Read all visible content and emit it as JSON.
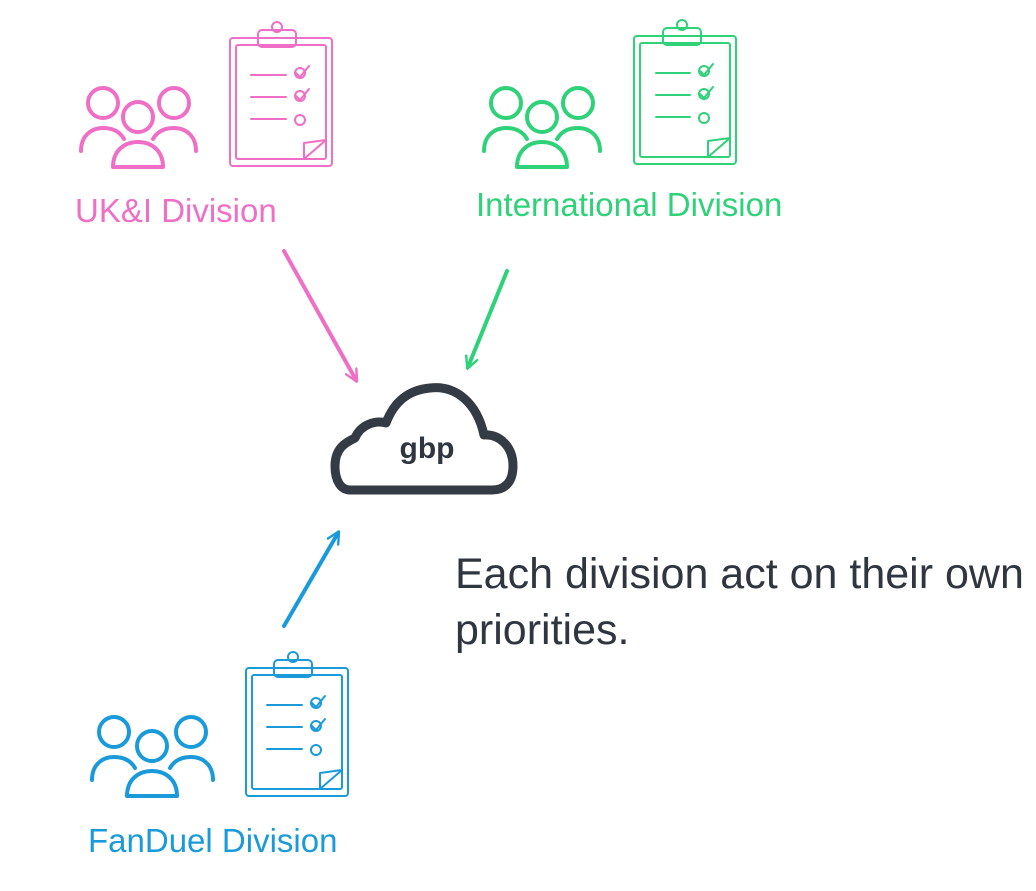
{
  "colors": {
    "uk": "#ee6fc5",
    "international": "#2fd179",
    "fanduel": "#1b9ad9",
    "cloud": "#353b44",
    "text": "#2f3640"
  },
  "divisions": {
    "uk": {
      "label": "UK&I Division",
      "icons": [
        "people-group-icon",
        "clipboard-checklist-icon"
      ]
    },
    "international": {
      "label": "International Division",
      "icons": [
        "people-group-icon",
        "clipboard-checklist-icon"
      ]
    },
    "fanduel": {
      "label": "FanDuel Division",
      "icons": [
        "people-group-icon",
        "clipboard-checklist-icon"
      ]
    }
  },
  "cloud": {
    "label": "gbp",
    "icon": "cloud-icon"
  },
  "caption": "Each division act on their own priorities.",
  "arrows": [
    {
      "from": "UK&I Division",
      "to": "gbp"
    },
    {
      "from": "International Division",
      "to": "gbp"
    },
    {
      "from": "FanDuel Division",
      "to": "gbp"
    }
  ]
}
